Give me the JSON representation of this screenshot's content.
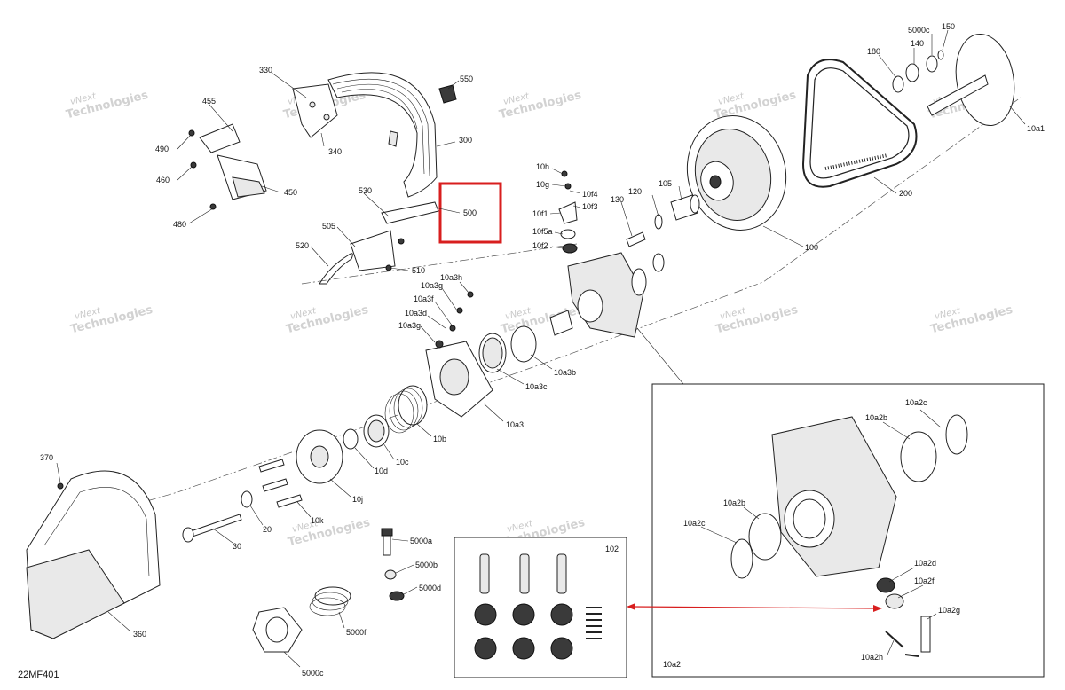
{
  "diagram_code": "22MF401",
  "watermark": {
    "line1": "vNext",
    "line2": "Technologies"
  },
  "highlight_label": "500",
  "highlight_color": "#d81e1e",
  "arrow_color": "#d81e1e",
  "kit_box": {
    "label": "102"
  },
  "detail_box": {
    "label": "10a2"
  },
  "labels": {
    "l330": "330",
    "l550": "550",
    "l455": "455",
    "l490": "490",
    "l340": "340",
    "l300": "300",
    "l460": "460",
    "l450": "450",
    "l480": "480",
    "l530": "530",
    "l505": "505",
    "l520": "520",
    "l510": "510",
    "l10h": "10h",
    "l10g": "10g",
    "l10f4": "10f4",
    "l10f3": "10f3",
    "l10f1": "10f1",
    "l10f5a": "10f5a",
    "l10f2": "10f2",
    "l130": "130",
    "l120": "120",
    "l105": "105",
    "l100": "100",
    "l200": "200",
    "l180": "180",
    "l140": "140",
    "l5000c_top": "5000c",
    "l150": "150",
    "l10a1": "10a1",
    "l10a3h": "10a3h",
    "l10a3g_1": "10a3g",
    "l10a3f": "10a3f",
    "l10a3d": "10a3d",
    "l10a3g_2": "10a3g",
    "l10a3b": "10a3b",
    "l10a3c": "10a3c",
    "l10a3": "10a3",
    "l10b": "10b",
    "l10c": "10c",
    "l10d": "10d",
    "l10j": "10j",
    "l10k": "10k",
    "l370": "370",
    "l20": "20",
    "l30": "30",
    "l360": "360",
    "l5000a": "5000a",
    "l5000b": "5000b",
    "l5000d": "5000d",
    "l5000f": "5000f",
    "l5000c_bot": "5000c",
    "l10a2c_top": "10a2c",
    "l10a2b_top": "10a2b",
    "l10a2b_mid": "10a2b",
    "l10a2c_left": "10a2c",
    "l10a2d": "10a2d",
    "l10a2f": "10a2f",
    "l10a2g": "10a2g",
    "l10a2h": "10a2h"
  }
}
